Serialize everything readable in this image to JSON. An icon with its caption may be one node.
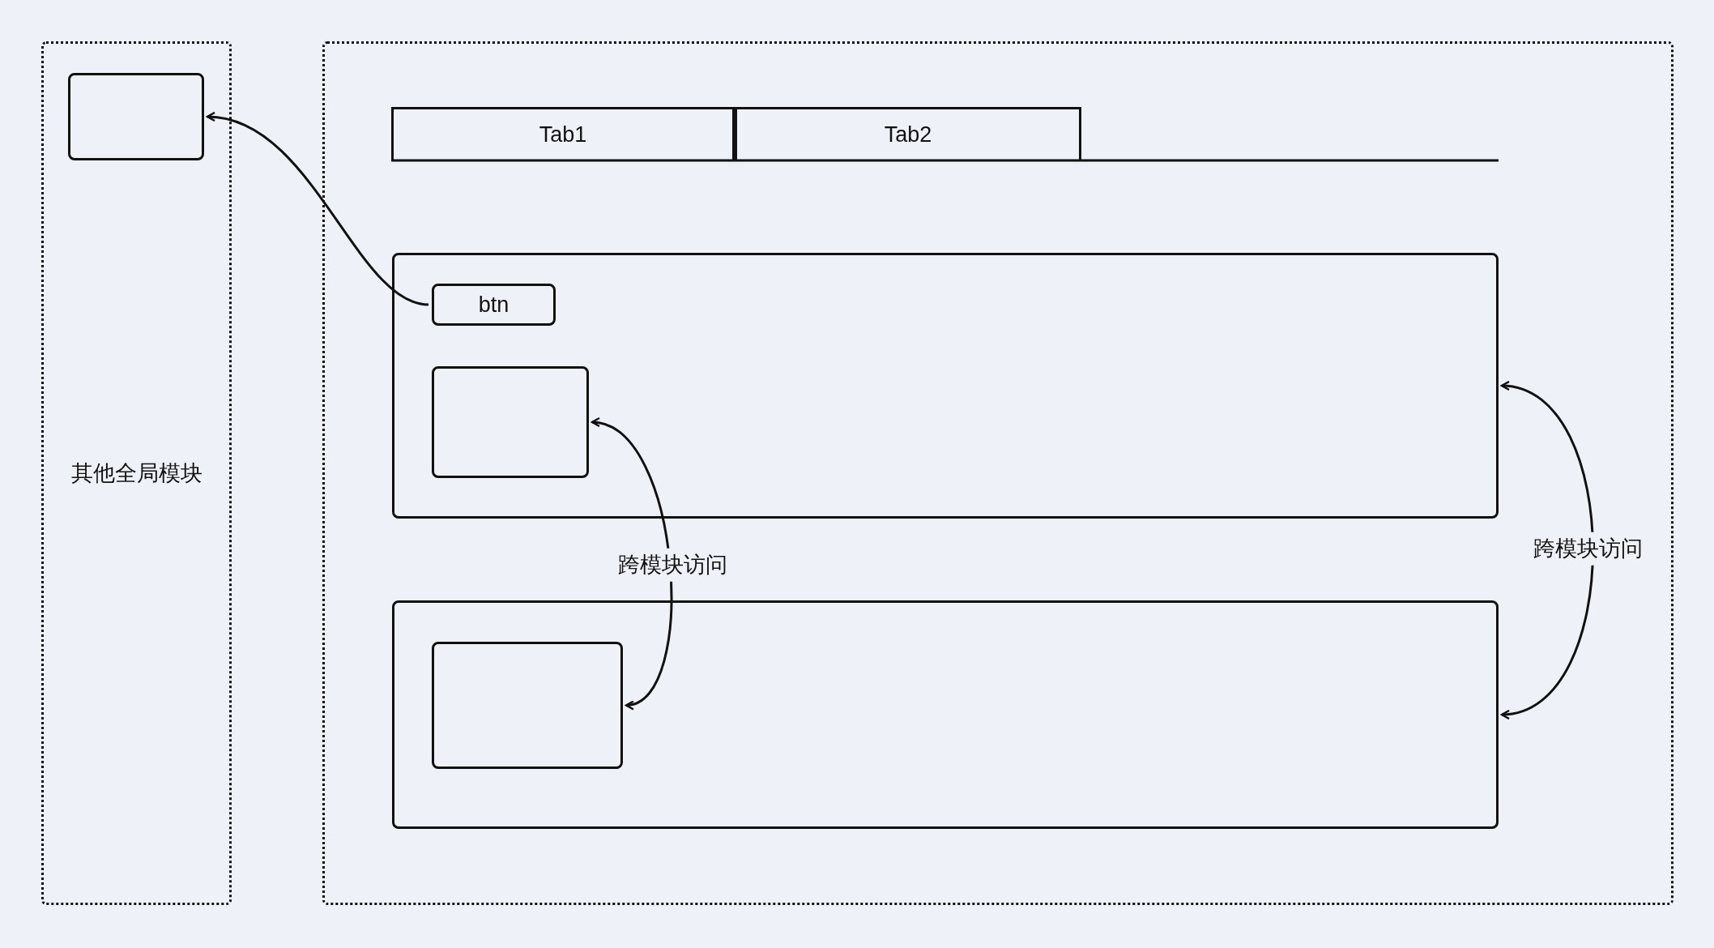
{
  "diagram": {
    "nodes": [
      {
        "text": [
          "其他全局模块"
        ]
      },
      {
        "text": [],
        "shape": "box",
        "in": 0
      },
      {
        "text": [],
        "shape": "box"
      },
      {
        "text": [
          "Tab1"
        ],
        "in": 2
      },
      {
        "text": [
          "Tab2"
        ],
        "in": 2
      },
      {
        "text": [],
        "shape": "box",
        "in": 2
      },
      {
        "text": [
          "btn"
        ],
        "in": 5
      },
      {
        "text": [],
        "shape": "box",
        "in": 5
      },
      {
        "text": [],
        "shape": "box",
        "in": 2
      },
      {
        "text": [],
        "shape": "box",
        "in": 8
      }
    ],
    "edges": [
      {
        "from": 6,
        "to": 1,
        "arrow": "to"
      },
      {
        "from": 7,
        "to": 9,
        "arrow": "both",
        "label": "跨模块访问"
      },
      {
        "from": 5,
        "to": 8,
        "arrow": "both",
        "label": "跨模块访问"
      }
    ]
  }
}
